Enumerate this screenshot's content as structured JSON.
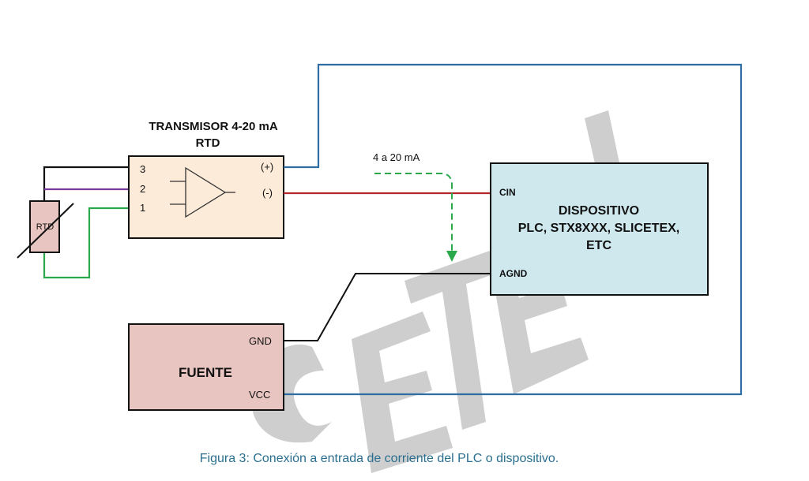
{
  "transmitter": {
    "title_line1": "TRANSMISOR 4-20 mA",
    "title_line2": "RTD",
    "pin3": "3",
    "pin2": "2",
    "pin1": "1",
    "out_plus": "(+)",
    "out_minus": "(-)"
  },
  "rtd": {
    "label": "RTD"
  },
  "current_label": "4 a 20 mA",
  "device": {
    "cin": "CIN",
    "agnd": "AGND",
    "line1": "DISPOSITIVO",
    "line2": "PLC, STX8XXX, SLICETEX,",
    "line3": "ETC"
  },
  "power": {
    "title": "FUENTE",
    "gnd": "GND",
    "vcc": "VCC"
  },
  "caption": "Figura 3: Conexión a entrada de corriente del PLC o dispositivo.",
  "watermark": "CETEX",
  "colors": {
    "transmitter_fill": "#fcebd9",
    "device_fill": "#cfe8ee",
    "power_fill": "#e8c5c0",
    "wire_blue": "#2f6da3",
    "wire_red": "#b3262a",
    "wire_purple": "#7a3a9a",
    "wire_green": "#2aa84a",
    "arrow_green": "#2aa84a",
    "caption": "#2a6f8f",
    "watermark": "#c8c8c8"
  }
}
